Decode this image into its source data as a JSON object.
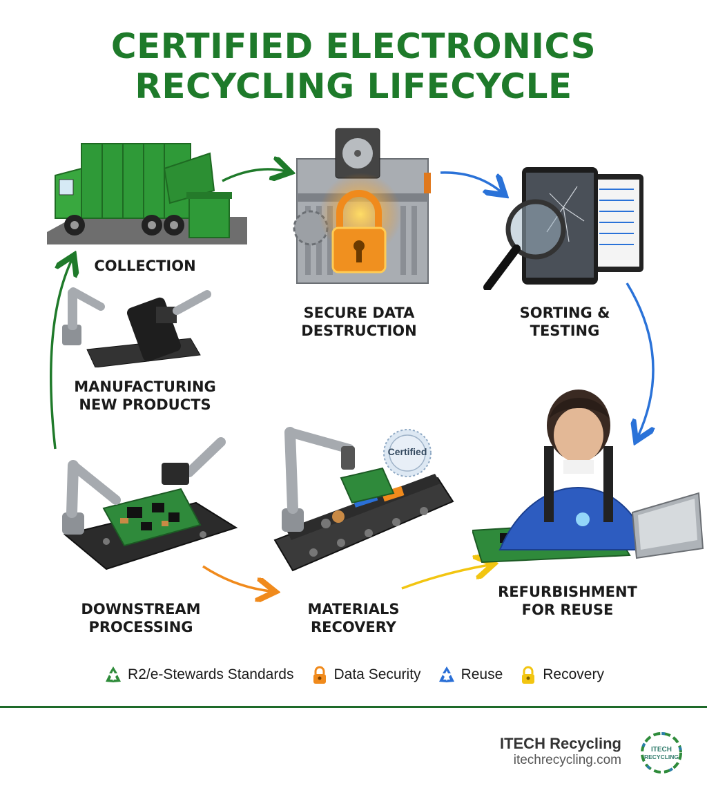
{
  "title": {
    "line1": "CERTIFIED ELECTRONICS",
    "line2": "RECYCLING LIFECYCLE"
  },
  "stages": {
    "collection": {
      "line1": "COLLECTION",
      "icon": "garbage-truck-icon"
    },
    "data_destruction": {
      "line1": "SECURE DATA",
      "line2": "DESTRUCTION",
      "icon": "shredder-lock-icon"
    },
    "sorting": {
      "line1": "SORTING &",
      "line2": "TESTING",
      "icon": "tablet-magnifier-icon"
    },
    "refurbishment": {
      "line1": "REFURBISHMENT",
      "line2": "FOR REUSE",
      "icon": "technician-icon"
    },
    "materials": {
      "line1": "MATERIALS",
      "line2": "RECOVERY",
      "icon": "conveyor-robot-icon",
      "badge": "Certified"
    },
    "downstream": {
      "line1": "DOWNSTREAM",
      "line2": "PROCESSING",
      "icon": "robot-arm-circuit-icon"
    },
    "manufacturing": {
      "line1": "MANUFACTURING",
      "line2": "NEW PRODUCTS",
      "icon": "robot-phone-icon"
    }
  },
  "legend": [
    {
      "label": "R2/e-Stewards Standards",
      "icon": "recycle-icon",
      "color": "#2e8b3a"
    },
    {
      "label": "Data Security",
      "icon": "lock-icon",
      "color": "#f08a1c"
    },
    {
      "label": "Reuse",
      "icon": "recycle-icon",
      "color": "#2a6fd6"
    },
    {
      "label": "Recovery",
      "icon": "lock-icon",
      "color": "#f2c511"
    }
  ],
  "brand": {
    "name": "ITECH Recycling",
    "url": "itechrecycling.com",
    "logo_line1": "ITECH",
    "logo_line2": "RECYCLING"
  },
  "colors": {
    "title": "#1e7a2a",
    "arrow_green": "#1f7a2a",
    "arrow_blue": "#2a72d8",
    "arrow_orange": "#f08a1c",
    "arrow_yellow": "#f2c511"
  }
}
